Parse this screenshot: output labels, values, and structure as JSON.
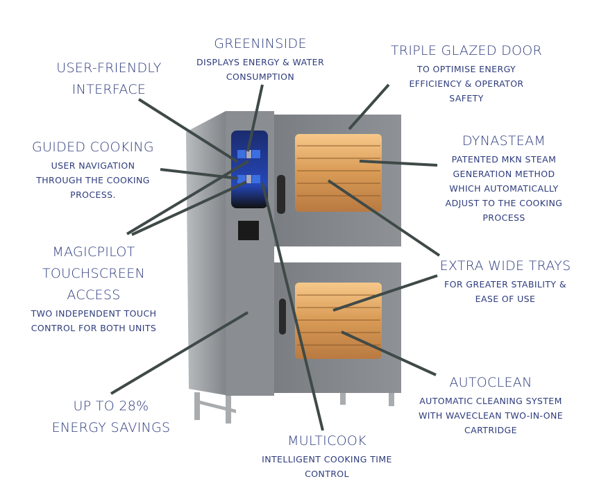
{
  "colors": {
    "text": "#2d3b7c",
    "leader": "#3f4a48",
    "steel": "#8f9396",
    "screen": "#1f3fa8"
  },
  "features": {
    "greeninside": {
      "title": [
        "GREENINSIDE"
      ],
      "desc": [
        "DISPLAYS ENERGY & WATER",
        "CONSUMPTION"
      ]
    },
    "user_friendly": {
      "title": [
        "USER-FRIENDLY",
        "INTERFACE"
      ],
      "desc": []
    },
    "triple_glazed": {
      "title": [
        "TRIPLE GLAZED DOOR"
      ],
      "desc": [
        "TO OPTIMISE ENERGY",
        "EFFICIENCY & OPERATOR",
        "SAFETY"
      ]
    },
    "guided": {
      "title": [
        "GUIDED COOKING"
      ],
      "desc": [
        "USER NAVIGATION",
        "THROUGH THE COOKING",
        "PROCESS."
      ]
    },
    "dynasteam": {
      "title": [
        "DYNASTEAM"
      ],
      "desc": [
        "PATENTED MKN STEAM",
        "GENERATION METHOD",
        "WHICH AUTOMATICALLY",
        "ADJUST TO THE COOKING",
        "PROCESS"
      ]
    },
    "magicpilot": {
      "title": [
        "MAGICPILOT",
        "TOUCHSCREEN",
        "ACCESS"
      ],
      "desc": [
        "TWO INDEPENDENT TOUCH",
        "CONTROL FOR BOTH UNITS"
      ]
    },
    "trays": {
      "title": [
        "EXTRA WIDE TRAYS"
      ],
      "desc": [
        "FOR GREATER STABILITY &",
        "EASE OF USE"
      ]
    },
    "autoclean": {
      "title": [
        "AUTOCLEAN"
      ],
      "desc": [
        "AUTOMATIC CLEANING SYSTEM",
        "WITH WAVECLEAN TWO-IN-ONE",
        "CARTRIDGE"
      ]
    },
    "energy": {
      "title": [
        "UP TO 28%",
        "ENERGY SAVINGS"
      ],
      "desc": []
    },
    "multicook": {
      "title": [
        "MULTICOOK"
      ],
      "desc": [
        "INTELLIGENT COOKING TIME",
        "CONTROL"
      ]
    }
  }
}
